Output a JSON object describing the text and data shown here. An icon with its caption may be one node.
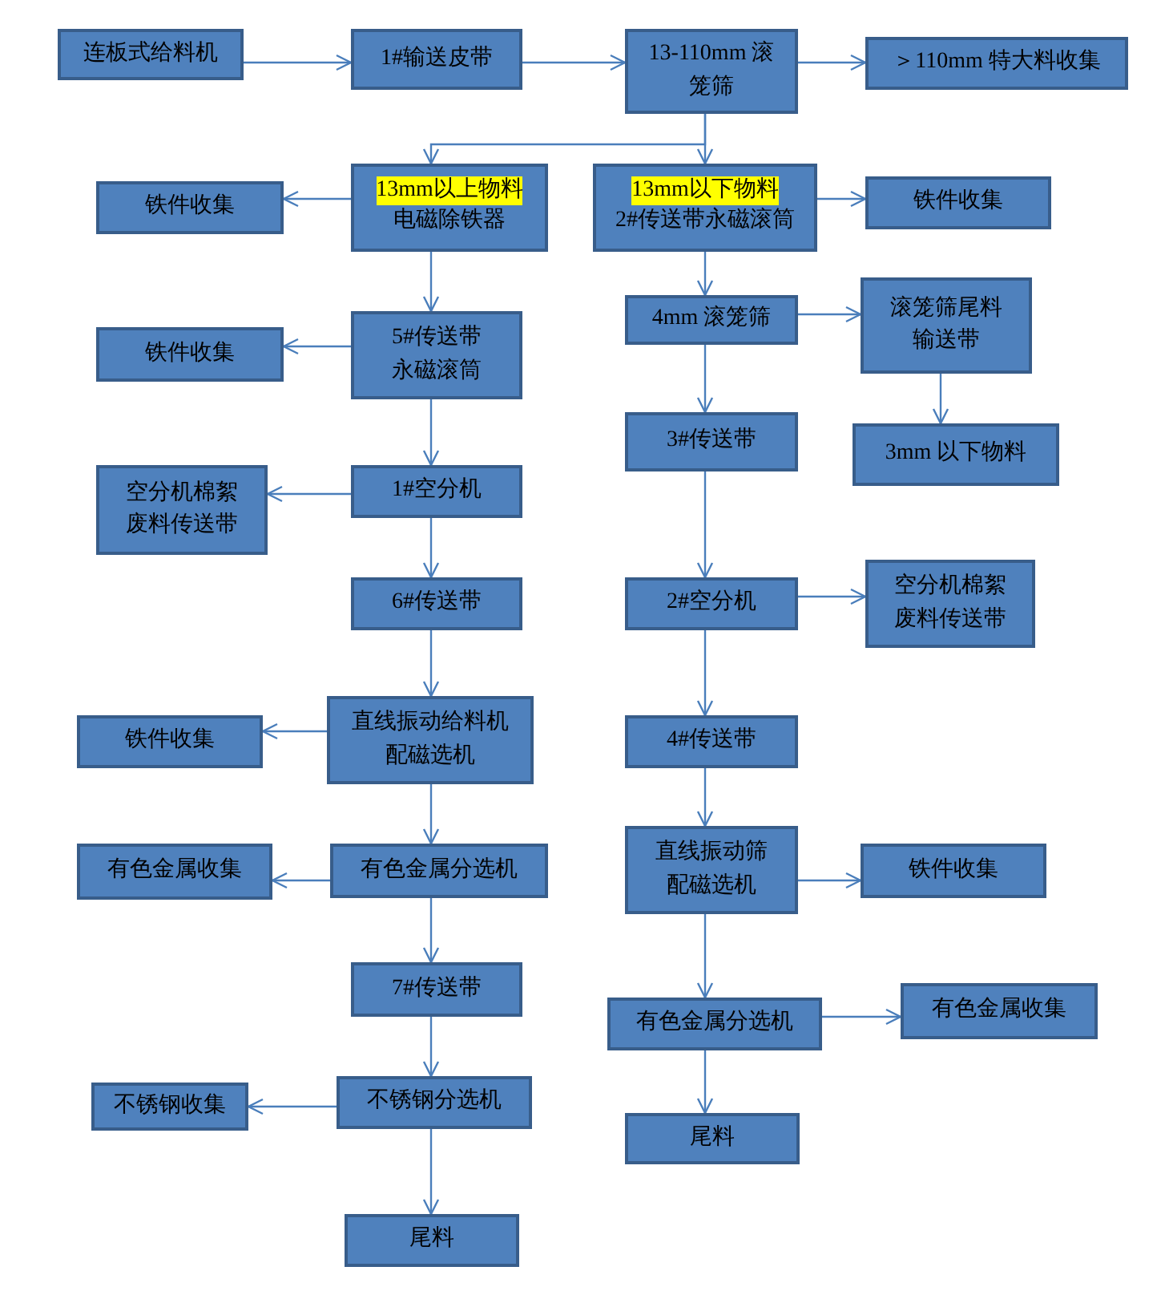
{
  "diagram": {
    "nodes": [
      {
        "text": [
          "连板式给料机"
        ]
      },
      {
        "text": [
          "1#输送皮带"
        ]
      },
      {
        "text": [
          "13-110mm 滚笼筛"
        ]
      },
      {
        "text": [
          "＞110mm 特大料收集"
        ]
      },
      {
        "text": [
          "铁件收集"
        ]
      },
      {
        "text": [
          "13mm以上物料",
          "电磁除铁器"
        ]
      },
      {
        "text": [
          "13mm以下物料",
          "2#传送带永磁滚筒"
        ]
      },
      {
        "text": [
          "铁件收集"
        ]
      },
      {
        "text": [
          "铁件收集"
        ]
      },
      {
        "text": [
          "5#传送带永磁滚筒"
        ]
      },
      {
        "text": [
          "4mm 滚笼筛"
        ]
      },
      {
        "text": [
          "滚笼筛尾料输送带"
        ]
      },
      {
        "text": [
          "3#传送带"
        ]
      },
      {
        "text": [
          "3mm 以下物料"
        ]
      },
      {
        "text": [
          "空分机棉絮废料传送带"
        ]
      },
      {
        "text": [
          "1#空分机"
        ]
      },
      {
        "text": [
          "6#传送带"
        ]
      },
      {
        "text": [
          "2#空分机"
        ]
      },
      {
        "text": [
          "空分机棉絮废料传送带"
        ]
      },
      {
        "text": [
          "铁件收集"
        ]
      },
      {
        "text": [
          "直线振动给料机配磁选机"
        ]
      },
      {
        "text": [
          "4#传送带"
        ]
      },
      {
        "text": [
          "有色金属收集"
        ]
      },
      {
        "text": [
          "有色金属分选机"
        ]
      },
      {
        "text": [
          "直线振动筛配磁选机"
        ]
      },
      {
        "text": [
          "铁件收集"
        ]
      },
      {
        "text": [
          "7#传送带"
        ]
      },
      {
        "text": [
          "有色金属分选机"
        ]
      },
      {
        "text": [
          "有色金属收集"
        ]
      },
      {
        "text": [
          "不锈钢收集"
        ]
      },
      {
        "text": [
          "不锈钢分选机"
        ]
      },
      {
        "text": [
          "尾料"
        ]
      },
      {
        "text": [
          "尾料"
        ]
      }
    ],
    "edges": [
      {
        "from": 0,
        "to": 1,
        "arrow": "to"
      },
      {
        "from": 1,
        "to": 2,
        "arrow": "to"
      },
      {
        "from": 2,
        "to": 3,
        "arrow": "to"
      },
      {
        "from": 2,
        "to": 5,
        "arrow": "to"
      },
      {
        "from": 2,
        "to": 6,
        "arrow": "to"
      },
      {
        "from": 5,
        "to": 4,
        "arrow": "to"
      },
      {
        "from": 6,
        "to": 7,
        "arrow": "to"
      },
      {
        "from": 5,
        "to": 9,
        "arrow": "to"
      },
      {
        "from": 6,
        "to": 10,
        "arrow": "to"
      },
      {
        "from": 9,
        "to": 8,
        "arrow": "to"
      },
      {
        "from": 10,
        "to": 11,
        "arrow": "to"
      },
      {
        "from": 10,
        "to": 12,
        "arrow": "to"
      },
      {
        "from": 11,
        "to": 13,
        "arrow": "to"
      },
      {
        "from": 9,
        "to": 15,
        "arrow": "to"
      },
      {
        "from": 15,
        "to": 14,
        "arrow": "to"
      },
      {
        "from": 12,
        "to": 17,
        "arrow": "to"
      },
      {
        "from": 15,
        "to": 16,
        "arrow": "to"
      },
      {
        "from": 17,
        "to": 18,
        "arrow": "to"
      },
      {
        "from": 16,
        "to": 20,
        "arrow": "to"
      },
      {
        "from": 17,
        "to": 21,
        "arrow": "to"
      },
      {
        "from": 20,
        "to": 19,
        "arrow": "to"
      },
      {
        "from": 20,
        "to": 23,
        "arrow": "to"
      },
      {
        "from": 21,
        "to": 24,
        "arrow": "to"
      },
      {
        "from": 23,
        "to": 22,
        "arrow": "to"
      },
      {
        "from": 24,
        "to": 25,
        "arrow": "to"
      },
      {
        "from": 23,
        "to": 26,
        "arrow": "to"
      },
      {
        "from": 24,
        "to": 27,
        "arrow": "to"
      },
      {
        "from": 27,
        "to": 28,
        "arrow": "to"
      },
      {
        "from": 26,
        "to": 30,
        "arrow": "to"
      },
      {
        "from": 30,
        "to": 29,
        "arrow": "to"
      },
      {
        "from": 27,
        "to": 31,
        "arrow": "to"
      },
      {
        "from": 30,
        "to": 32,
        "arrow": "to"
      }
    ]
  }
}
